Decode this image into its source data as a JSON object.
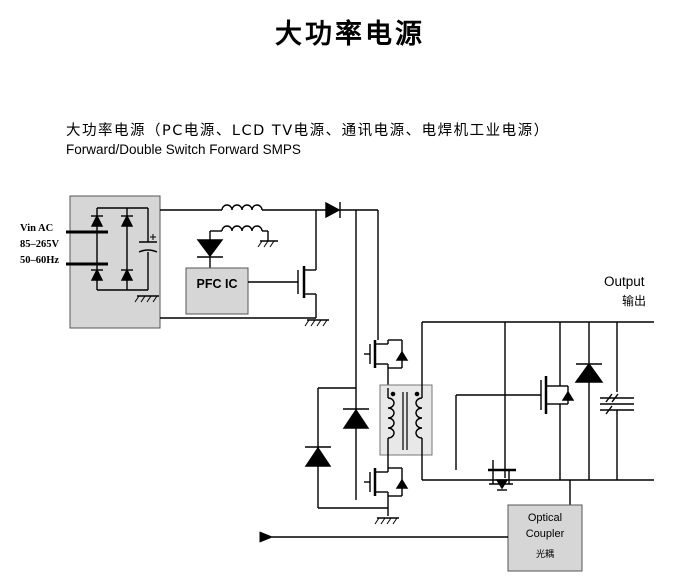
{
  "title": "大功率电源",
  "subtitle_cn": "大功率电源（PC电源、LCD TV电源、通讯电源、电焊机工业电源）",
  "subtitle_en": "Forward/Double Switch Forward SMPS",
  "input": {
    "line1": "Vin AC",
    "line2": "85–265V",
    "line3": "50–60Hz"
  },
  "pfc_label": "PFC IC",
  "output": {
    "label_en": "Output",
    "label_cn": "输出"
  },
  "optocoupler": {
    "line1": "Optical",
    "line2": "Coupler",
    "line3": "光耦"
  },
  "colors": {
    "line": "#000000",
    "block_fill": "#d6d6d6",
    "block_border": "#555555",
    "transformer_box": "#e8e8e8"
  }
}
